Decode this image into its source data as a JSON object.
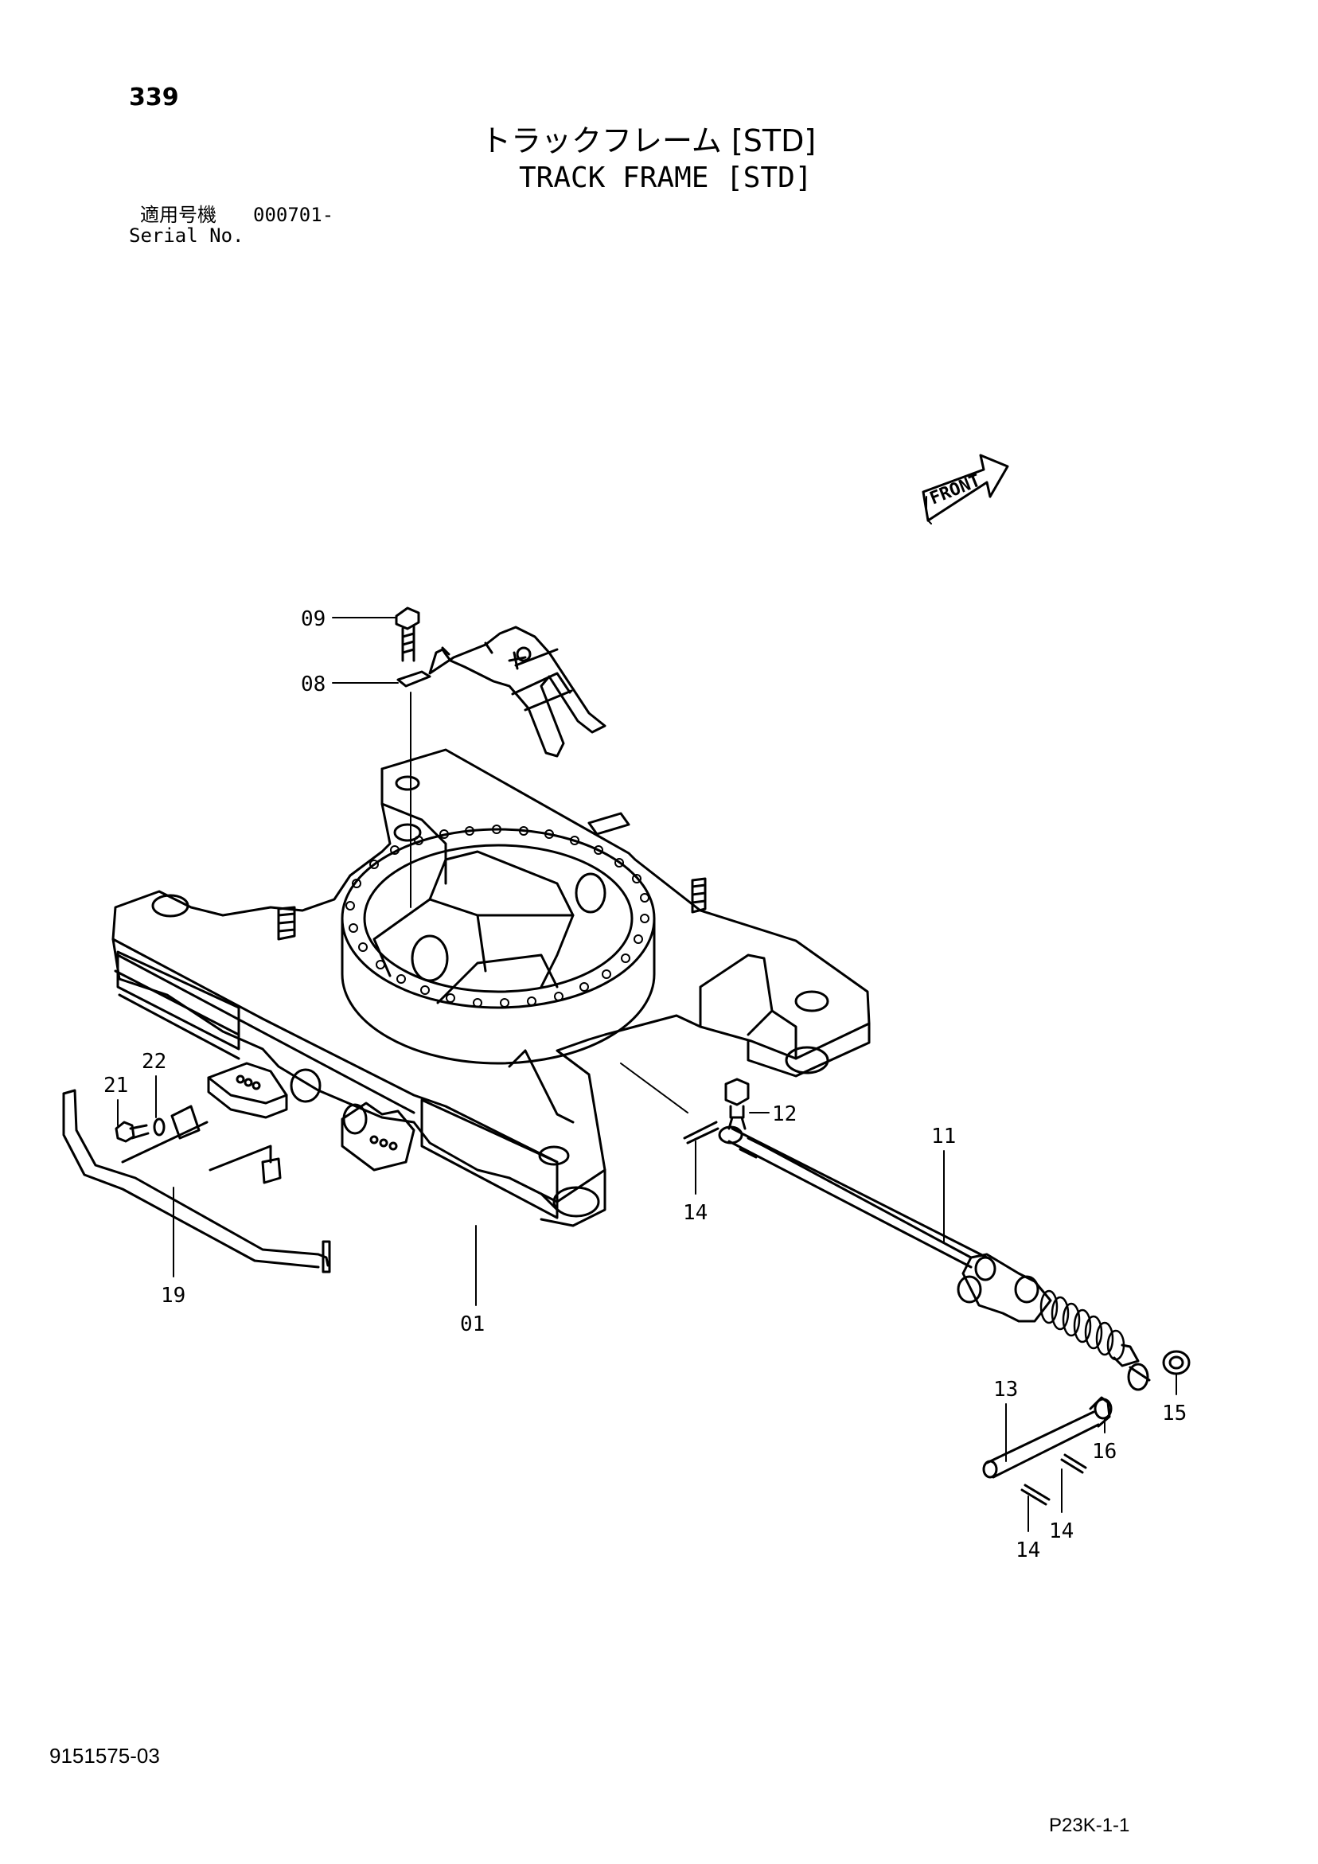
{
  "page": {
    "number": "339",
    "title_jp": "トラックフレーム [STD]",
    "title_en": "TRACK FRAME [STD]",
    "serial_label_jp": "適用号機",
    "serial_value": "000701-",
    "serial_label_en": "Serial No.",
    "doc_number": "9151575-03",
    "page_code": "P23K-1-1"
  },
  "front_indicator": {
    "label": "FRONT"
  },
  "callouts": [
    {
      "id": "09",
      "label": "09"
    },
    {
      "id": "08",
      "label": "08"
    },
    {
      "id": "12",
      "label": "12"
    },
    {
      "id": "11",
      "label": "11"
    },
    {
      "id": "22",
      "label": "22"
    },
    {
      "id": "21",
      "label": "21"
    },
    {
      "id": "14a",
      "label": "14"
    },
    {
      "id": "19",
      "label": "19"
    },
    {
      "id": "01",
      "label": "01"
    },
    {
      "id": "13",
      "label": "13"
    },
    {
      "id": "15",
      "label": "15"
    },
    {
      "id": "16",
      "label": "16"
    },
    {
      "id": "14b",
      "label": "14"
    },
    {
      "id": "14c",
      "label": "14"
    }
  ]
}
